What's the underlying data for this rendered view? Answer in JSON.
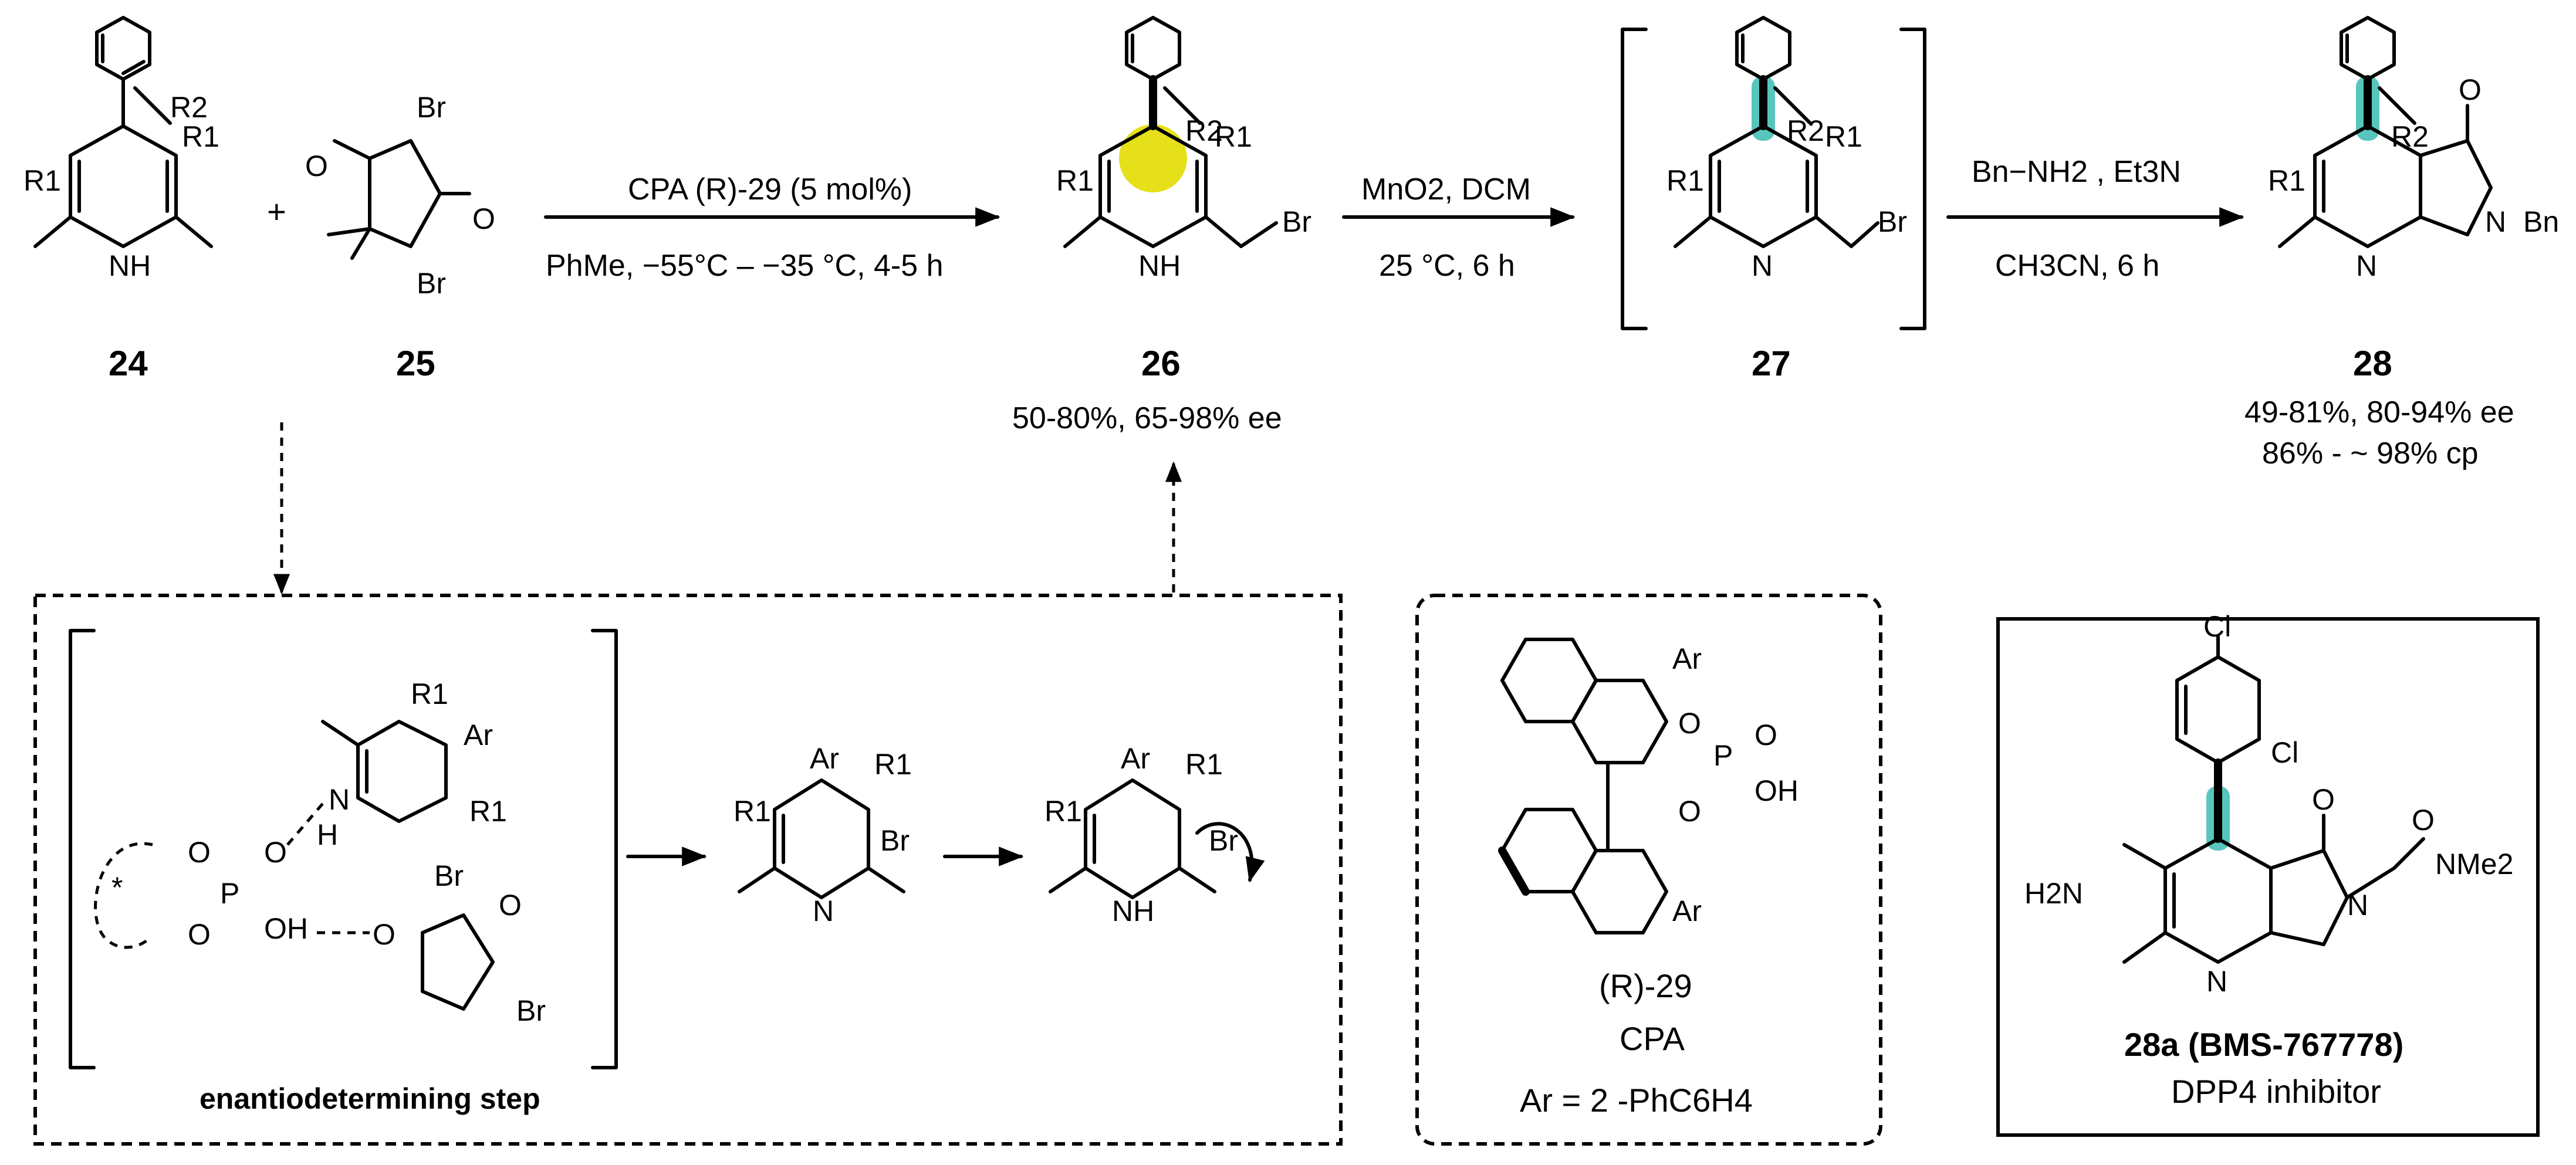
{
  "compounds": {
    "c24": "24",
    "c25": "25",
    "c26": "26",
    "c27": "27",
    "c28": "28",
    "c29": "(R)-29",
    "c28a": "28a (BMS-767778)"
  },
  "step1": {
    "above": "CPA (R)-29 (5 mol%)",
    "below": "PhMe, −55°C – −35 °C, 4-5 h"
  },
  "step2": {
    "above": "MnO2, DCM",
    "below": "25 °C, 6 h"
  },
  "step3": {
    "above": "Bn−NH2 , Et3N",
    "below": "CH3CN, 6 h"
  },
  "yield26": "50-80%, 65-98% ee",
  "yield28_line1": "49-81%, 80-94% ee",
  "yield28_line2": "86% - ~ 98% cp",
  "plus": "+",
  "mechanism": {
    "caption": "enantiodetermining step"
  },
  "cpa_box": {
    "label": "CPA",
    "ar_def": "Ar = 2 -PhC6H4"
  },
  "drug_box": {
    "desc": "DPP4 inhibitor"
  },
  "atoms": {
    "R1": "R1",
    "R2": "R2",
    "Br": "Br",
    "N": "N",
    "H": "H",
    "NH": "NH",
    "O": "O",
    "P": "P",
    "OH": "OH",
    "Ar": "Ar",
    "Cl": "Cl",
    "Bn": "Bn",
    "H2N": "H2N",
    "NMe2": "NMe2",
    "star": "*"
  },
  "colors": {
    "highlight_teal": "#3bbcb2",
    "highlight_yellow": "#e6e01a"
  }
}
